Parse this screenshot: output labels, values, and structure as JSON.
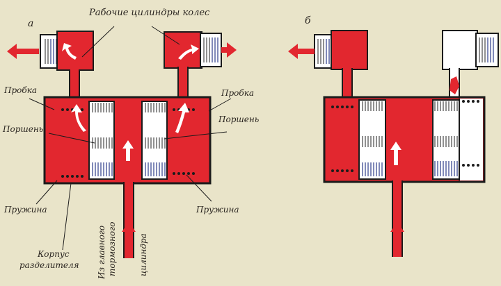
{
  "labels": {
    "variant_a": "а",
    "variant_b": "б",
    "wheel_cylinders": "Рабочие цилиндры колес",
    "plug_left": "Пробка",
    "plug_right": "Пробка",
    "piston_left": "Поршень",
    "piston_right": "Поршень",
    "spring_left": "Пружина",
    "spring_right": "Пружина",
    "housing_line1": "Корпус",
    "housing_line2": "разделителя",
    "from_master_line1": "Из главного",
    "from_master_line2": "тормозного",
    "from_master_line3": "цилиндра"
  },
  "colors": {
    "fluid": "#e2272f",
    "ink": "#1b1b1b",
    "paper": "#e9e4c9",
    "piston": "#ffffff"
  }
}
